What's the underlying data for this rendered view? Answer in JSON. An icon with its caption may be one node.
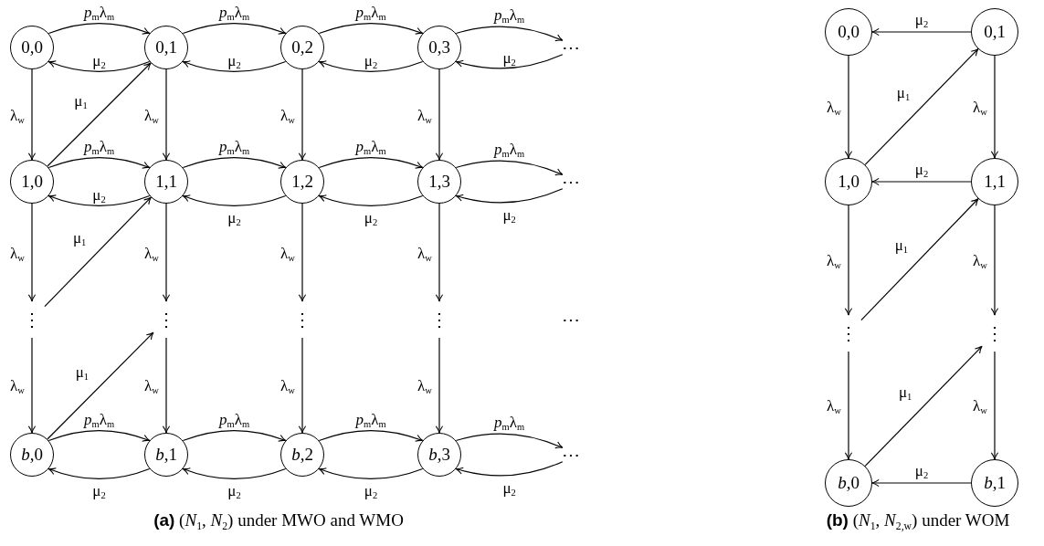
{
  "diagram": {
    "nodes": [
      {
        "text": [
          "0,0"
        ]
      },
      {
        "text": [
          "0,1"
        ]
      },
      {
        "text": [
          "0,2"
        ]
      },
      {
        "text": [
          "0,3"
        ]
      },
      {
        "text": [
          "⋯"
        ]
      },
      {
        "text": [
          "1,0"
        ]
      },
      {
        "text": [
          "1,1"
        ]
      },
      {
        "text": [
          "1,2"
        ]
      },
      {
        "text": [
          "1,3"
        ]
      },
      {
        "text": [
          "⋯"
        ]
      },
      {
        "text": [
          "⋮"
        ]
      },
      {
        "text": [
          "⋮"
        ]
      },
      {
        "text": [
          "⋮"
        ]
      },
      {
        "text": [
          "⋮"
        ]
      },
      {
        "text": [
          "*b*,0"
        ]
      },
      {
        "text": [
          "*b*,1"
        ]
      },
      {
        "text": [
          "*b*,2"
        ]
      },
      {
        "text": [
          "*b*,3"
        ]
      },
      {
        "text": [
          "⋯"
        ]
      },
      {
        "text": [
          "0,0"
        ]
      },
      {
        "text": [
          "0,1"
        ]
      },
      {
        "text": [
          "1,0"
        ]
      },
      {
        "text": [
          "1,1"
        ]
      },
      {
        "text": [
          "⋮"
        ]
      },
      {
        "text": [
          "⋮"
        ]
      },
      {
        "text": [
          "*b*,0"
        ]
      },
      {
        "text": [
          "*b*,1"
        ]
      }
    ],
    "edges": [
      {
        "from": 0,
        "to": 1,
        "arrow": "to",
        "label": "*p*$_{m}$λ$_{m}$"
      },
      {
        "from": 1,
        "to": 0,
        "arrow": "to",
        "label": "μ$_{2}$"
      },
      {
        "from": 1,
        "to": 2,
        "arrow": "to",
        "label": "*p*$_{m}$λ$_{m}$"
      },
      {
        "from": 2,
        "to": 1,
        "arrow": "to",
        "label": "μ$_{2}$"
      },
      {
        "from": 2,
        "to": 3,
        "arrow": "to",
        "label": "*p*$_{m}$λ$_{m}$"
      },
      {
        "from": 3,
        "to": 2,
        "arrow": "to",
        "label": "μ$_{2}$"
      },
      {
        "from": 3,
        "to": 4,
        "arrow": "to",
        "label": "*p*$_{m}$λ$_{m}$"
      },
      {
        "from": 4,
        "to": 3,
        "arrow": "to",
        "label": "μ$_{2}$"
      },
      {
        "from": 5,
        "to": 6,
        "arrow": "to",
        "label": "*p*$_{m}$λ$_{m}$"
      },
      {
        "from": 6,
        "to": 5,
        "arrow": "to",
        "label": "μ$_{2}$"
      },
      {
        "from": 6,
        "to": 7,
        "arrow": "to",
        "label": "*p*$_{m}$λ$_{m}$"
      },
      {
        "from": 7,
        "to": 6,
        "arrow": "to",
        "label": "μ$_{2}$"
      },
      {
        "from": 7,
        "to": 8,
        "arrow": "to",
        "label": "*p*$_{m}$λ$_{m}$"
      },
      {
        "from": 8,
        "to": 7,
        "arrow": "to",
        "label": "μ$_{2}$"
      },
      {
        "from": 8,
        "to": 9,
        "arrow": "to",
        "label": "*p*$_{m}$λ$_{m}$"
      },
      {
        "from": 9,
        "to": 8,
        "arrow": "to",
        "label": "μ$_{2}$"
      },
      {
        "from": 14,
        "to": 15,
        "arrow": "to",
        "label": "*p*$_{m}$λ$_{m}$"
      },
      {
        "from": 15,
        "to": 14,
        "arrow": "to",
        "label": "μ$_{2}$"
      },
      {
        "from": 15,
        "to": 16,
        "arrow": "to",
        "label": "*p*$_{m}$λ$_{m}$"
      },
      {
        "from": 16,
        "to": 15,
        "arrow": "to",
        "label": "μ$_{2}$"
      },
      {
        "from": 16,
        "to": 17,
        "arrow": "to",
        "label": "*p*$_{m}$λ$_{m}$"
      },
      {
        "from": 17,
        "to": 16,
        "arrow": "to",
        "label": "μ$_{2}$"
      },
      {
        "from": 17,
        "to": 18,
        "arrow": "to",
        "label": "*p*$_{m}$λ$_{m}$"
      },
      {
        "from": 18,
        "to": 17,
        "arrow": "to",
        "label": "μ$_{2}$"
      },
      {
        "from": 0,
        "to": 5,
        "arrow": "to",
        "label": "λ$_{w}$"
      },
      {
        "from": 1,
        "to": 6,
        "arrow": "to",
        "label": "λ$_{w}$"
      },
      {
        "from": 2,
        "to": 7,
        "arrow": "to",
        "label": "λ$_{w}$"
      },
      {
        "from": 3,
        "to": 8,
        "arrow": "to",
        "label": "λ$_{w}$"
      },
      {
        "from": 5,
        "to": 10,
        "arrow": "to",
        "label": "λ$_{w}$"
      },
      {
        "from": 6,
        "to": 11,
        "arrow": "to",
        "label": "λ$_{w}$"
      },
      {
        "from": 7,
        "to": 12,
        "arrow": "to",
        "label": "λ$_{w}$"
      },
      {
        "from": 8,
        "to": 13,
        "arrow": "to",
        "label": "λ$_{w}$"
      },
      {
        "from": 10,
        "to": 14,
        "arrow": "to",
        "label": "λ$_{w}$"
      },
      {
        "from": 11,
        "to": 15,
        "arrow": "to",
        "label": "λ$_{w}$"
      },
      {
        "from": 12,
        "to": 16,
        "arrow": "to",
        "label": "λ$_{w}$"
      },
      {
        "from": 13,
        "to": 17,
        "arrow": "to",
        "label": "λ$_{w}$"
      },
      {
        "from": 5,
        "to": 1,
        "arrow": "to",
        "label": "μ$_{1}$"
      },
      {
        "from": 10,
        "to": 6,
        "arrow": "to",
        "label": "μ$_{1}$"
      },
      {
        "from": 14,
        "to": 11,
        "arrow": "to",
        "label": "μ$_{1}$"
      },
      {
        "from": 20,
        "to": 19,
        "arrow": "to",
        "label": "μ$_{2}$"
      },
      {
        "from": 19,
        "to": 21,
        "arrow": "to",
        "label": "λ$_{w}$"
      },
      {
        "from": 20,
        "to": 22,
        "arrow": "to",
        "label": "λ$_{w}$"
      },
      {
        "from": 21,
        "to": 20,
        "arrow": "to",
        "label": "μ$_{1}$"
      },
      {
        "from": 22,
        "to": 21,
        "arrow": "to",
        "label": "μ$_{2}$"
      },
      {
        "from": 21,
        "to": 23,
        "arrow": "to",
        "label": "λ$_{w}$"
      },
      {
        "from": 22,
        "to": 24,
        "arrow": "to",
        "label": "λ$_{w}$"
      },
      {
        "from": 23,
        "to": 22,
        "arrow": "to",
        "label": "μ$_{1}$"
      },
      {
        "from": 23,
        "to": 25,
        "arrow": "to",
        "label": "λ$_{w}$"
      },
      {
        "from": 24,
        "to": 26,
        "arrow": "to",
        "label": "λ$_{w}$"
      },
      {
        "from": 25,
        "to": 24,
        "arrow": "to",
        "label": "μ$_{1}$"
      },
      {
        "from": 26,
        "to": 25,
        "arrow": "to",
        "label": "μ$_{2}$"
      }
    ],
    "labels": [
      "⋯",
      "**(a)** (*N*$_{1}$, *N*$_{2}$) under MWO and WMO",
      "**(b)** (*N*$_{1}$, *N*$_{2,w}$) under WOM"
    ]
  }
}
